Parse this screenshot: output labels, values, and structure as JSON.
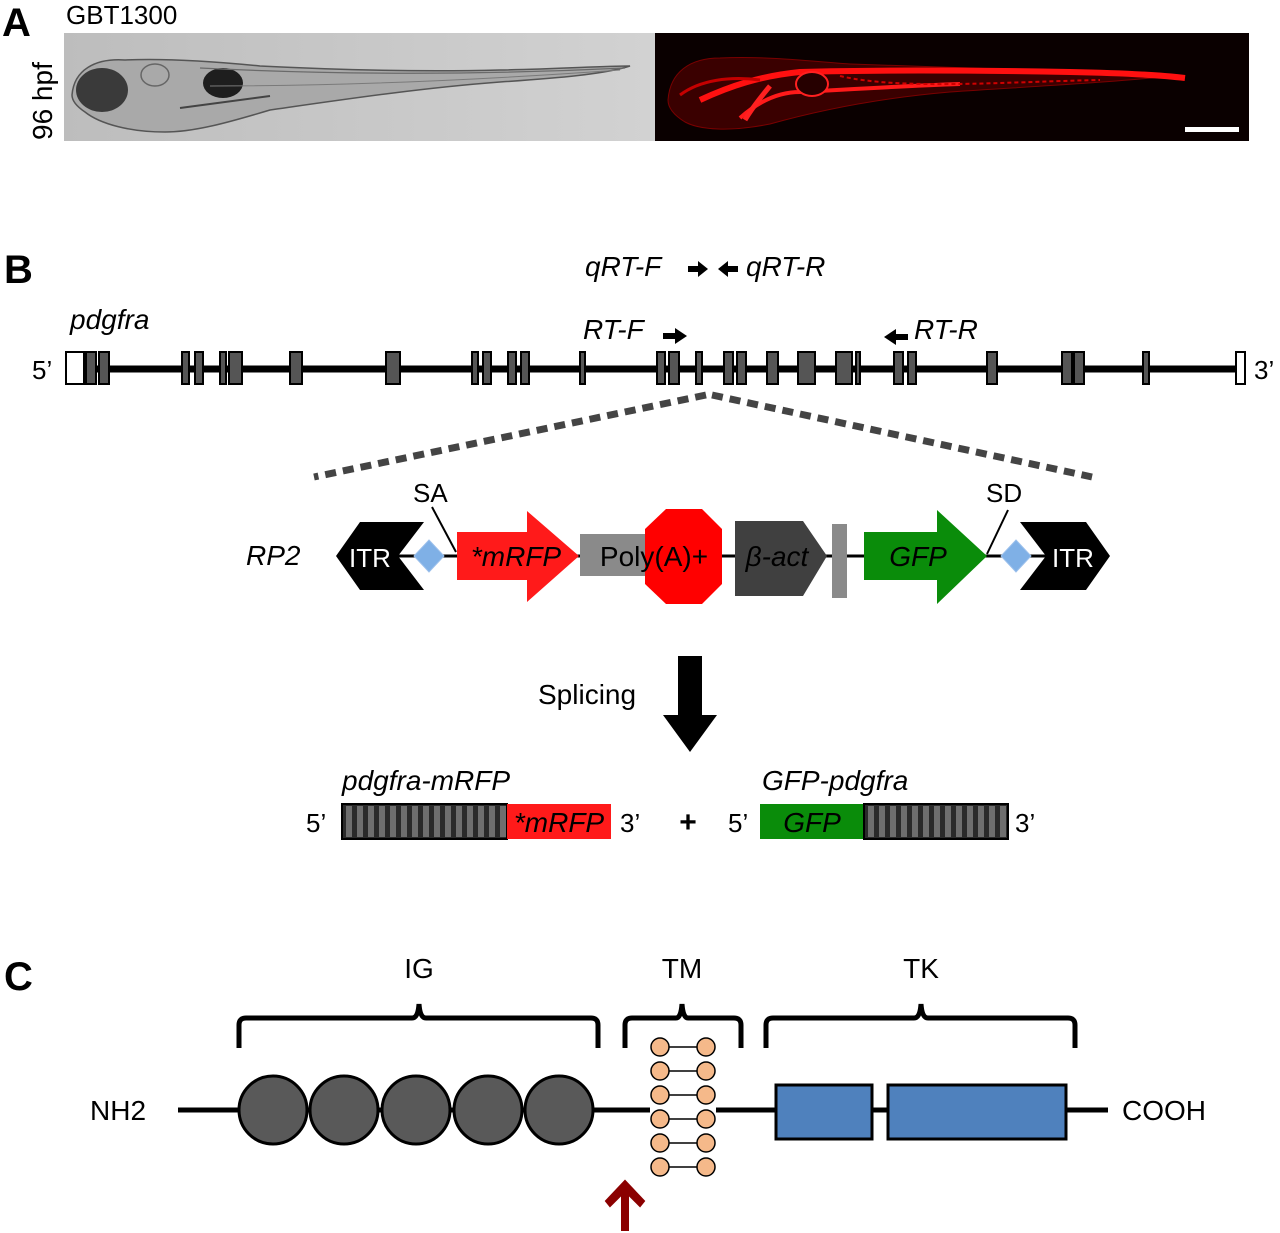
{
  "panel_a": {
    "letter": "A",
    "strain": "GBT1300",
    "stage": "96 hpf",
    "colors": {
      "brightfield_bg": "#c9c9c9",
      "fluorescence_bg": "#0a0000",
      "fluorescence_signal": "#ff1010",
      "scale_bar": "#ffffff"
    }
  },
  "panel_b": {
    "letter": "B",
    "gene": "pdgfra",
    "five_prime": "5’",
    "three_prime": "3’",
    "primers": {
      "qrt_f": "qRT-F",
      "qrt_r": "qRT-R",
      "rt_f": "RT-F",
      "rt_r": "RT-R"
    },
    "construct": {
      "name": "RP2",
      "itr": "ITR",
      "sa": "SA",
      "sd": "SD",
      "mrfp": "*mRFP",
      "polya": "Poly(A)+",
      "bact": "β-act",
      "gfp": "GFP"
    },
    "splicing": "Splicing",
    "products": {
      "left_name": "pdgfra-mRFP",
      "left_tag": "*mRFP",
      "plus": "+",
      "right_name": "GFP-pdgfra",
      "right_tag": "GFP"
    },
    "colors": {
      "exon": "#555555",
      "mrfp": "#ff1a1a",
      "gfp": "#0a8c0a",
      "polya": "#8a8a8a",
      "stop": "#ff0000",
      "bact": "#404040",
      "itr": "#000000",
      "lox": "#7fb0e6"
    }
  },
  "panel_c": {
    "letter": "C",
    "domains": {
      "ig": "IG",
      "tm": "TM",
      "tk": "TK"
    },
    "nh2": "NH2",
    "cooh": "COOH",
    "colors": {
      "ig": "#595959",
      "tk": "#4f81bd",
      "lipid": "#f5b98a",
      "arrow": "#8b0000"
    }
  }
}
